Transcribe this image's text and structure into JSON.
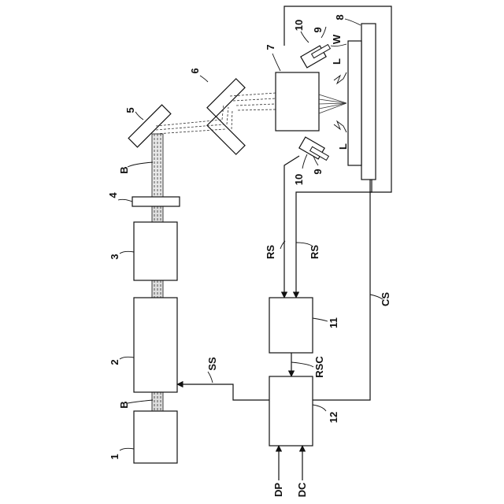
{
  "labels": {
    "n1": "1",
    "n2": "2",
    "n3": "3",
    "n4": "4",
    "n5": "5",
    "n6": "6",
    "n7": "7",
    "n8": "8",
    "n9a": "9",
    "n9b": "9",
    "n10a": "10",
    "n10b": "10",
    "n11": "11",
    "n12": "12",
    "B_top": "B",
    "B_bottom": "B",
    "W": "W",
    "L_top": "L",
    "L_bottom": "L",
    "RS_left": "RS",
    "RS_right": "RS",
    "CS": "CS",
    "SS": "SS",
    "RSC": "RSC",
    "DP": "DP",
    "DC": "DC"
  }
}
